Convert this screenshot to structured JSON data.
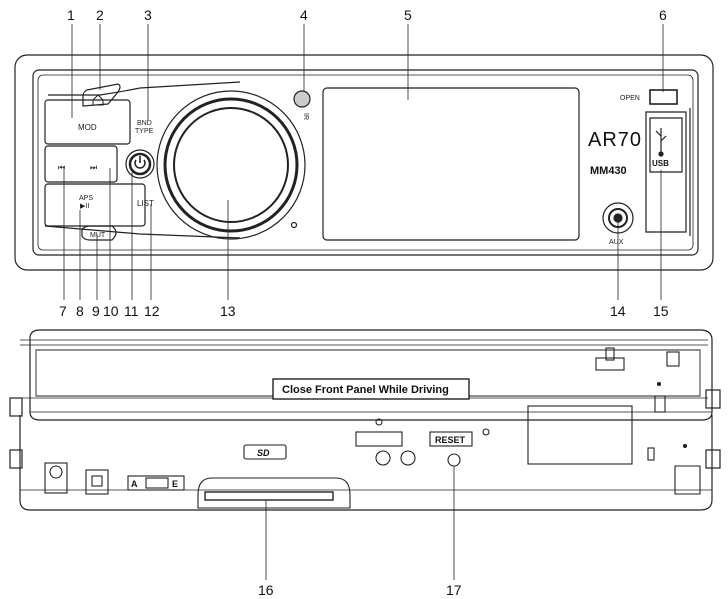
{
  "callouts": {
    "c1": "1",
    "c2": "2",
    "c3": "3",
    "c4": "4",
    "c5": "5",
    "c6": "6",
    "c7": "7",
    "c8": "8",
    "c9": "9",
    "c10": "10",
    "c11": "11",
    "c12": "12",
    "c13": "13",
    "c14": "14",
    "c15": "15",
    "c16": "16",
    "c17": "17"
  },
  "front_panel": {
    "mod": "MOD",
    "bnd": "BND",
    "type": "TYPE",
    "aps": "APS",
    "aps_symbol": "▶II",
    "list": "LIST",
    "mut": "MUT",
    "open": "OPEN",
    "model": "AR70",
    "submodel": "MM430",
    "usb": "USB",
    "aux": "AUX",
    "ir": "IR",
    "prev_symbol": "⏮",
    "next_symbol": "⏭"
  },
  "rear_panel": {
    "warning": "Close Front Panel While Driving",
    "reset": "RESET",
    "sd": "SD",
    "switch_a": "A",
    "switch_e": "E"
  }
}
